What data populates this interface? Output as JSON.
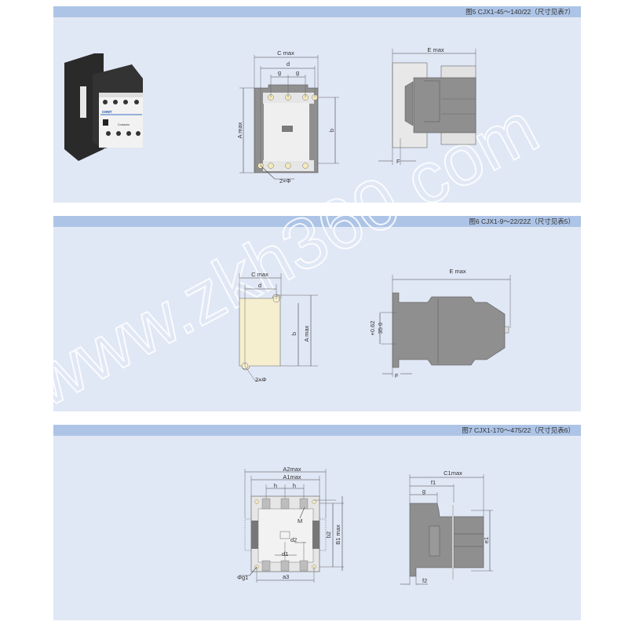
{
  "figures": [
    {
      "caption": "图5 CJX1-45～140/22（尺寸见表7）",
      "front_labels": {
        "c_max": "C max",
        "d": "d",
        "g1": "g",
        "g2": "g",
        "a_max": "A max",
        "b": "b",
        "holes": "2×Φ"
      },
      "side_labels": {
        "e_max": "E max",
        "f": "F"
      },
      "photo_text": {
        "brand": "CHNT",
        "model": "Contactor"
      }
    },
    {
      "caption": "图6 CJX1-9～22/22Z（尺寸见表5）",
      "front_labels": {
        "c_max": "C max",
        "d": "d",
        "b": "b",
        "a_max": "A max",
        "holes": "2×Φ"
      },
      "side_labels": {
        "e_max": "E max",
        "f": "F",
        "rail_tol": "+0.62",
        "rail_size": "35  0"
      }
    },
    {
      "caption": "图7 CJX1-170～475/22（尺寸见表6）",
      "front_labels": {
        "a2_max": "A2max",
        "a1_max": "A1max",
        "h1": "h",
        "h2": "h",
        "m": "M",
        "b2": "b2",
        "b1_max": "B1 max",
        "d2": "d2",
        "d1": "d1",
        "g1": "Φg1",
        "a3": "a3"
      },
      "side_labels": {
        "c1_max": "C1max",
        "f1": "f1",
        "g": "g",
        "e1": "e1",
        "f2": "f2"
      }
    }
  ],
  "watermark": "www.zkh360.com",
  "colors": {
    "header": "#adc4e6",
    "panel": "#e0e7f5",
    "body_dark": "#8a8a8a",
    "body_light": "#ececec",
    "cream": "#f5efcf"
  }
}
